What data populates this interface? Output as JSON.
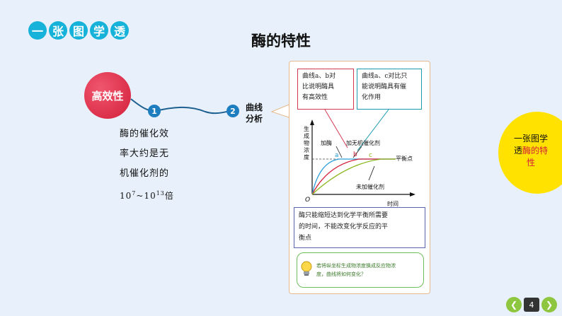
{
  "header": {
    "badges": [
      "一",
      "张",
      "图",
      "学",
      "透"
    ]
  },
  "page_title": "酶的特性",
  "mind_map": {
    "topic": "高效性",
    "node1_num": "1",
    "node2_num": "2",
    "node2_label_line1": "曲线",
    "node2_label_line2": "分析",
    "efficiency_lines": [
      "酶的催化效",
      "率大约是无",
      "机催化剂的"
    ],
    "efficiency_last": {
      "base1": "10",
      "exp1": "7",
      "sep": "~",
      "base2": "10",
      "exp2": "13",
      "suffix": "倍"
    }
  },
  "panel": {
    "note_red": [
      "曲线a、b对",
      "比说明酶具",
      "有高效性"
    ],
    "note_green": [
      "曲线a、c对比只",
      "能说明酶具有催",
      "化作用"
    ],
    "graph": {
      "ylabel": [
        "生",
        "成",
        "物",
        "浓",
        "度"
      ],
      "xlabel": "时间",
      "origin": "O",
      "label_enzyme": "加酶",
      "label_inorganic": "加无机催化剂",
      "label_equilibrium": "平衡点",
      "label_none": "未加催化剂",
      "curve_a": "a",
      "curve_b": "b",
      "curve_c": "c",
      "colors": {
        "a": "#2a9fd8",
        "b": "#d31f3a",
        "c": "#8ab820"
      }
    },
    "note_blue": [
      "酶只能缩短达到化学平衡所需要",
      "的时间，不能改变化学反应的平",
      "衡点"
    ],
    "hint": [
      "若将纵坐标生成物浓度换成反应物浓",
      "度，曲线将如何变化？"
    ],
    "hint_icon": "lightbulb-icon"
  },
  "side": {
    "line1": "一张图学",
    "line2_plain": "透",
    "line2_highlight": "酶的特",
    "line3_highlight": "性"
  },
  "pager": {
    "prev_icon": "chevron-left-icon",
    "page_number": "4",
    "next_icon": "chevron-right-icon"
  },
  "colors": {
    "background": "#e8f1fb",
    "badge": "#16b2d9",
    "topic_ball": "#d31f3a",
    "connector": "#1d5f8f",
    "side_circle": "#ffe200",
    "nav": "#8ec63f"
  }
}
